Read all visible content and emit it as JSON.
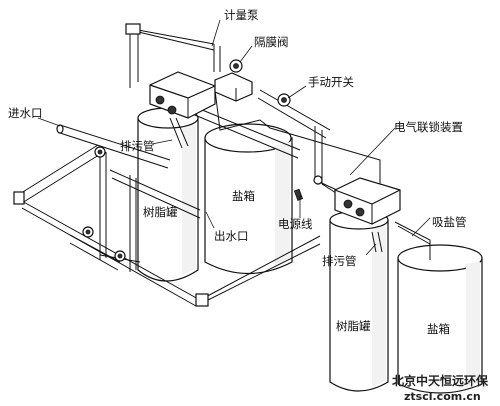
{
  "labels": {
    "metering_pump": "计量泵",
    "diaphragm_valve": "隔膜阀",
    "manual_switch": "手动开关",
    "water_inlet": "进水口",
    "drain_pipe_left": "排污管",
    "electric_interlock": "电气联锁装置",
    "salt_tank_left": "盐箱",
    "power_cord": "电源线",
    "resin_tank_left": "树脂罐",
    "water_outlet": "出水口",
    "salt_suction_pipe": "吸盐管",
    "drain_pipe_right": "排污管",
    "resin_tank_right": "树脂罐",
    "salt_tank_right": "盐箱"
  },
  "watermark": {
    "line1": "北京中天恒远环保",
    "line2": "ztscl.com.cn"
  }
}
